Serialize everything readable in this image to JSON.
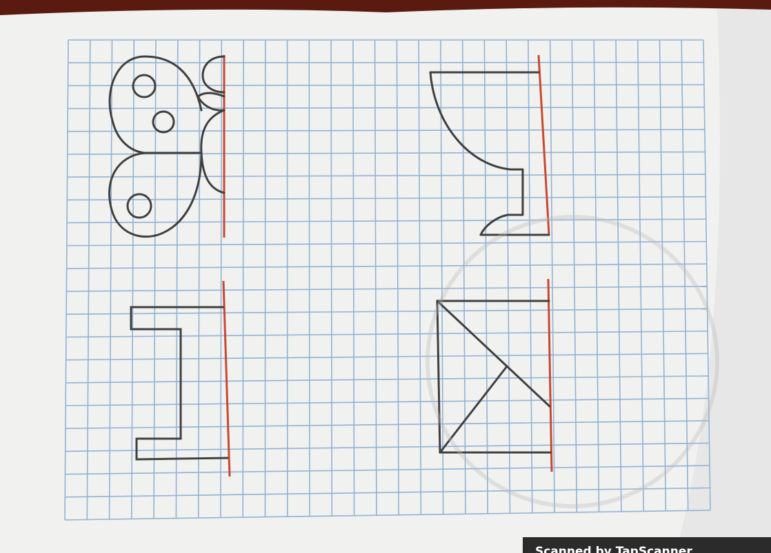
{
  "worksheet": {
    "figures": [
      {
        "name": "butterfly-half"
      },
      {
        "name": "curved-shape-half"
      },
      {
        "name": "bracket-half"
      },
      {
        "name": "triangle-square-half"
      }
    ],
    "grid_color": "#8fb3d3",
    "axis_color": "#c9482f",
    "outline_color": "#3f3f3f"
  },
  "watermark": {
    "text": "Scanned by TapScanner"
  }
}
